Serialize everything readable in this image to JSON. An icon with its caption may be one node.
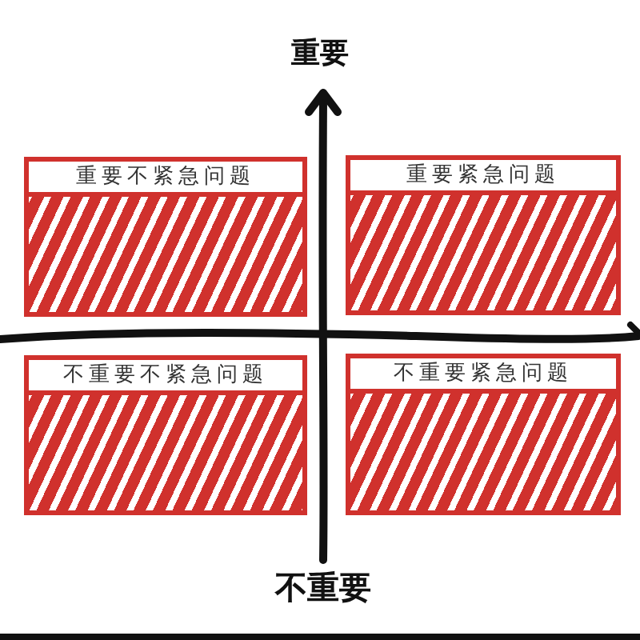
{
  "diagram": {
    "nodes": [
      {
        "text": [
          "重要不紧急问题"
        ]
      },
      {
        "text": [
          "重要紧急问题"
        ]
      },
      {
        "text": [
          "不重要不紧急问题"
        ]
      },
      {
        "text": [
          "不重要紧急问题"
        ]
      }
    ],
    "labels": [
      "重要",
      "不重要"
    ]
  }
}
